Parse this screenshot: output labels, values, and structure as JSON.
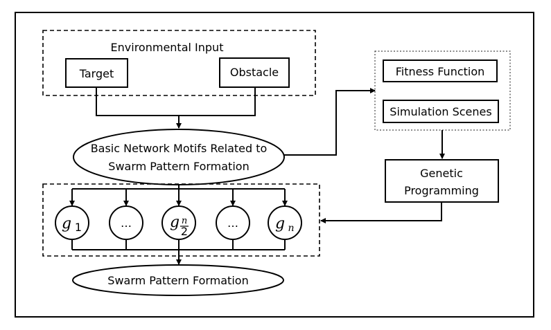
{
  "diagram": {
    "env_group": {
      "title": "Environmental Input",
      "target": "Target",
      "obstacle": "Obstacle"
    },
    "motifs": {
      "line1": "Basic Network Motifs  Related to",
      "line2": "Swarm Pattern Formation"
    },
    "eval_group": {
      "fitness": "Fitness Function",
      "scenes": "Simulation Scenes"
    },
    "gp": {
      "line1": "Genetic",
      "line2": "Programming"
    },
    "genes": {
      "g1": {
        "base": "g",
        "sub": "1"
      },
      "ellipsis_left": "…",
      "gmid": {
        "base": "g",
        "num": "n",
        "den": "2"
      },
      "ellipsis_right": "…",
      "gn": {
        "base": "g",
        "sub": "n"
      }
    },
    "output": "Swarm Pattern Formation"
  }
}
